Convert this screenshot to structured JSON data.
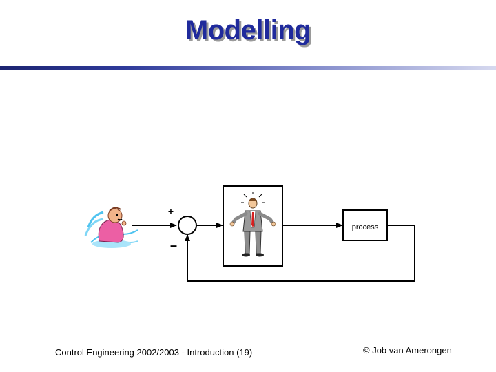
{
  "slide": {
    "title": "Modelling",
    "footer_left": "Control Engineering 2002/2003 - Introduction  (19)",
    "footer_right": "© Job van Amerongen"
  },
  "diagram": {
    "plus_sign": "+",
    "minus_sign": "–",
    "process_label": "process"
  },
  "colors": {
    "title": "#1f2a9c",
    "title_shadow": "#9a9a9a",
    "rule_start": "#1c2470",
    "rule_end": "#d6d9ef",
    "lines": "#000000"
  },
  "icons": {
    "person_left": "crying-baby-icon",
    "person_center": "businessman-shrugging-icon"
  }
}
